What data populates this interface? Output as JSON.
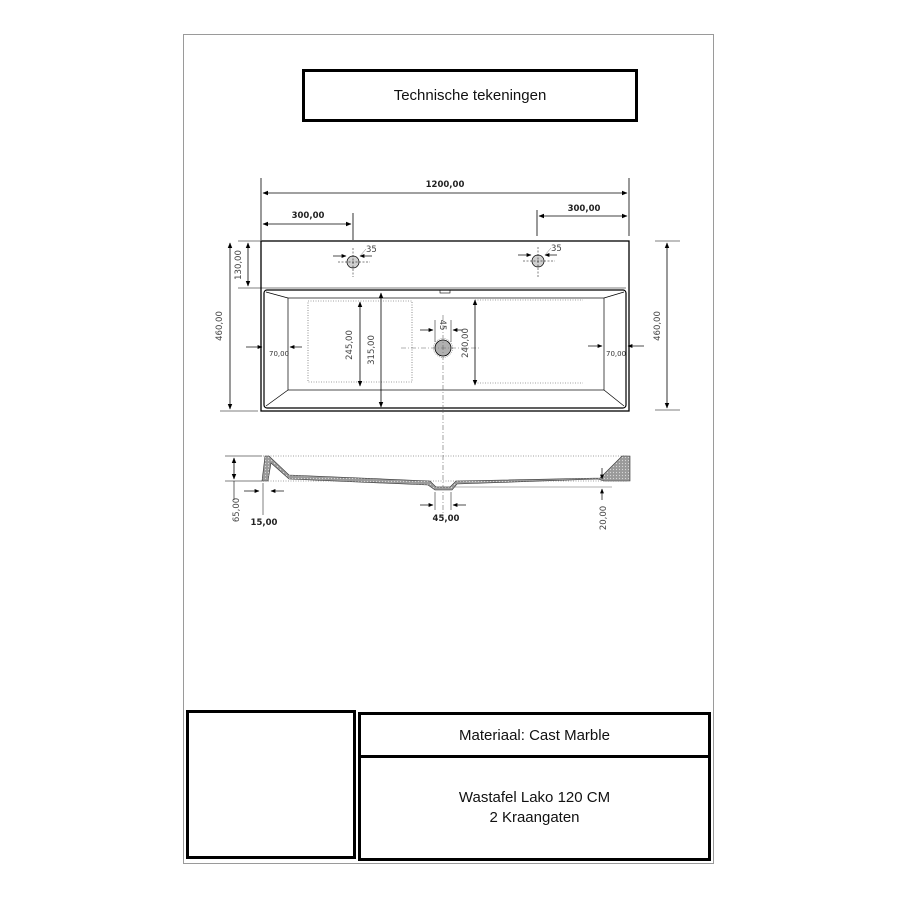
{
  "header": {
    "title": "Technische tekeningen"
  },
  "top_view": {
    "overall_width": "1200,00",
    "tap_left_offset": "300,00",
    "tap_right_offset": "300,00",
    "tap_hole_diameter_left": "35",
    "tap_hole_diameter_right": "35",
    "deck_depth": "130,00",
    "overall_depth_left": "460,00",
    "overall_depth_right": "460,00",
    "wall_left": "70,00",
    "wall_right": "70,00",
    "inner_flat_depth": "245,00",
    "basin_depth_left": "315,00",
    "basin_depth_right": "240,00",
    "drain_diameter": "45"
  },
  "section_view": {
    "height": "65,00",
    "rim_thickness": "15,00",
    "drain_width": "45,00",
    "bottom_thickness": "20,00"
  },
  "title_block": {
    "material": "Materiaal: Cast Marble",
    "product_line1": "Wastafel Lako 120 CM",
    "product_line2": "2 Kraangaten"
  },
  "colors": {
    "line": "#000000",
    "hatch": "#8a8a8a",
    "drain_fill": "#b0b0b0",
    "frame": "#9a9a9a"
  }
}
